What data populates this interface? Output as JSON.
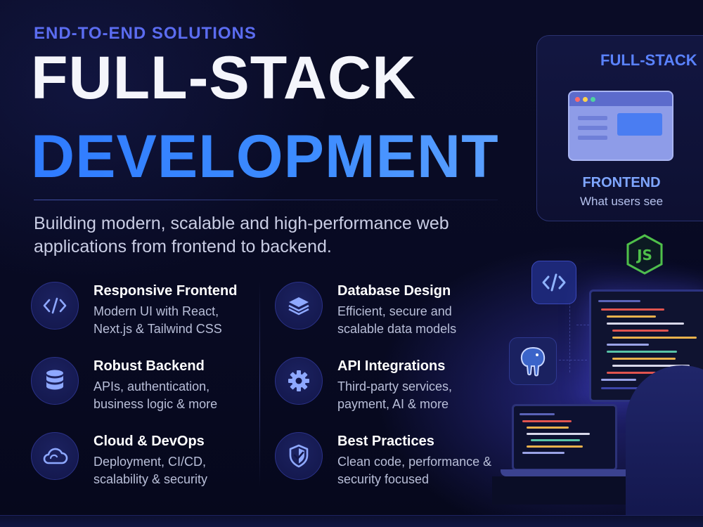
{
  "hero": {
    "eyebrow": "END-TO-END SOLUTIONS",
    "title_line1": "FULL-STACK",
    "title_line2": "DEVELOPMENT",
    "subtitle": "Building modern, scalable and high-performance web applications from frontend to backend."
  },
  "features": [
    {
      "title": "Responsive Frontend",
      "desc": "Modern UI with React, Next.js & Tailwind CSS",
      "icon": "code-brackets-icon"
    },
    {
      "title": "Database Design",
      "desc": "Efficient, secure and scalable data models",
      "icon": "layers-icon"
    },
    {
      "title": "Robust Backend",
      "desc": "APIs, authentication, business logic & more",
      "icon": "database-icon"
    },
    {
      "title": "API Integrations",
      "desc": "Third-party services, payment, AI & more",
      "icon": "gear-icon"
    },
    {
      "title": "Cloud & DevOps",
      "desc": "Deployment, CI/CD, scalability & security",
      "icon": "cloud-icon"
    },
    {
      "title": "Best Practices",
      "desc": "Clean code, performance & security focused",
      "icon": "shield-check-icon"
    }
  ],
  "illustration": {
    "card_title": "FULL-STACK",
    "frontend_label": "FRONTEND",
    "frontend_sub": "What users see",
    "badges": [
      "js-icon",
      "code-brackets-icon",
      "postgres-elephant-icon"
    ]
  },
  "colors": {
    "accent_blue": "#2f7bff",
    "eyebrow": "#5b6cf0",
    "node_green": "#4fc04a",
    "background": "#0a0c26"
  }
}
